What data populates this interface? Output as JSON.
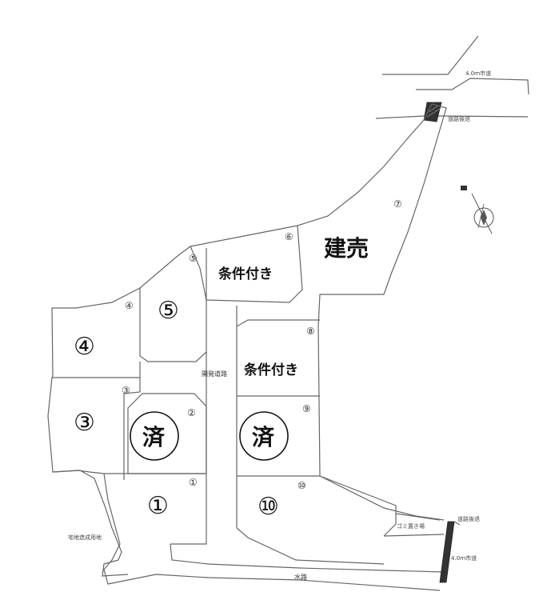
{
  "lots": {
    "lot1": {
      "number": "①",
      "tag": "①"
    },
    "lot2": {
      "status": "済",
      "tag": "②"
    },
    "lot3": {
      "number": "③",
      "tag": "③"
    },
    "lot4": {
      "number": "④",
      "tag": "④"
    },
    "lot5": {
      "number": "⑤",
      "tag": "⑤"
    },
    "lot6": {
      "status": "条件付き",
      "tag": "⑥"
    },
    "lot7": {
      "status": "建売",
      "tag": "⑦"
    },
    "lot8": {
      "status": "条件付き",
      "tag": "⑧"
    },
    "lot9": {
      "status": "済",
      "tag": "⑨"
    },
    "lot10": {
      "number": "⑩",
      "tag": "⑩"
    }
  },
  "labels": {
    "dev_road": "開発道路",
    "waterway": "水路",
    "road_top": "4.0ｍ市道",
    "road_top_side": "道路後退",
    "road_right_side": "道路後退",
    "road_right": "4.0ｍ市道",
    "left_note": "宅地造成用地",
    "turnaround": "ゴミ置き場"
  },
  "colors": {
    "line": "#666666",
    "ink": "#111111"
  }
}
